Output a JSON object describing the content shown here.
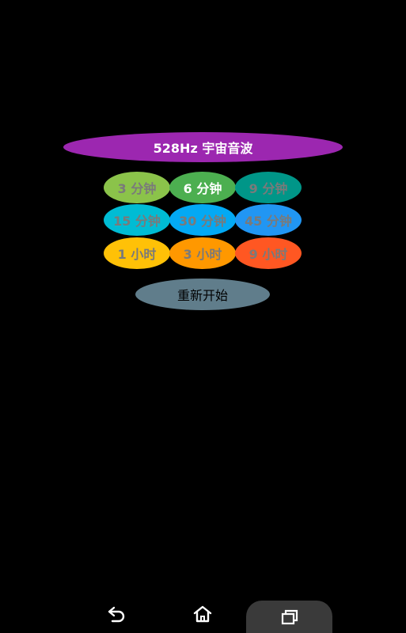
{
  "title_button": {
    "label": "528Hz 宇宙音波",
    "bg": "#9c27b0",
    "color": "#ffffff"
  },
  "timers": [
    {
      "label": "3 分钟",
      "bg": "#8bc34a",
      "color": "#7a7a7a",
      "active": false
    },
    {
      "label": "6 分钟",
      "bg": "#4caf50",
      "color": "#ffffff",
      "active": true
    },
    {
      "label": "9 分钟",
      "bg": "#009688",
      "color": "#7a7a7a",
      "active": false
    },
    {
      "label": "15 分钟",
      "bg": "#00bcd4",
      "color": "#7a7a7a",
      "active": false
    },
    {
      "label": "30 分钟",
      "bg": "#03a9f4",
      "color": "#7a7a7a",
      "active": false
    },
    {
      "label": "45 分钟",
      "bg": "#2196f3",
      "color": "#7a7a7a",
      "active": false
    },
    {
      "label": "1 小时",
      "bg": "#ffc107",
      "color": "#7a7a7a",
      "active": false
    },
    {
      "label": "3 小时",
      "bg": "#ff9800",
      "color": "#7a7a7a",
      "active": false
    },
    {
      "label": "9 小时",
      "bg": "#ff5722",
      "color": "#7a7a7a",
      "active": false
    }
  ],
  "restart_button": {
    "label": "重新开始",
    "bg": "#607d8b",
    "color": "#000000"
  },
  "nav_bar": {
    "icons": [
      "back-icon",
      "home-icon",
      "recent-apps-icon"
    ],
    "icon_color": "#ffffff",
    "recents_highlight": "#3a3a3a"
  }
}
